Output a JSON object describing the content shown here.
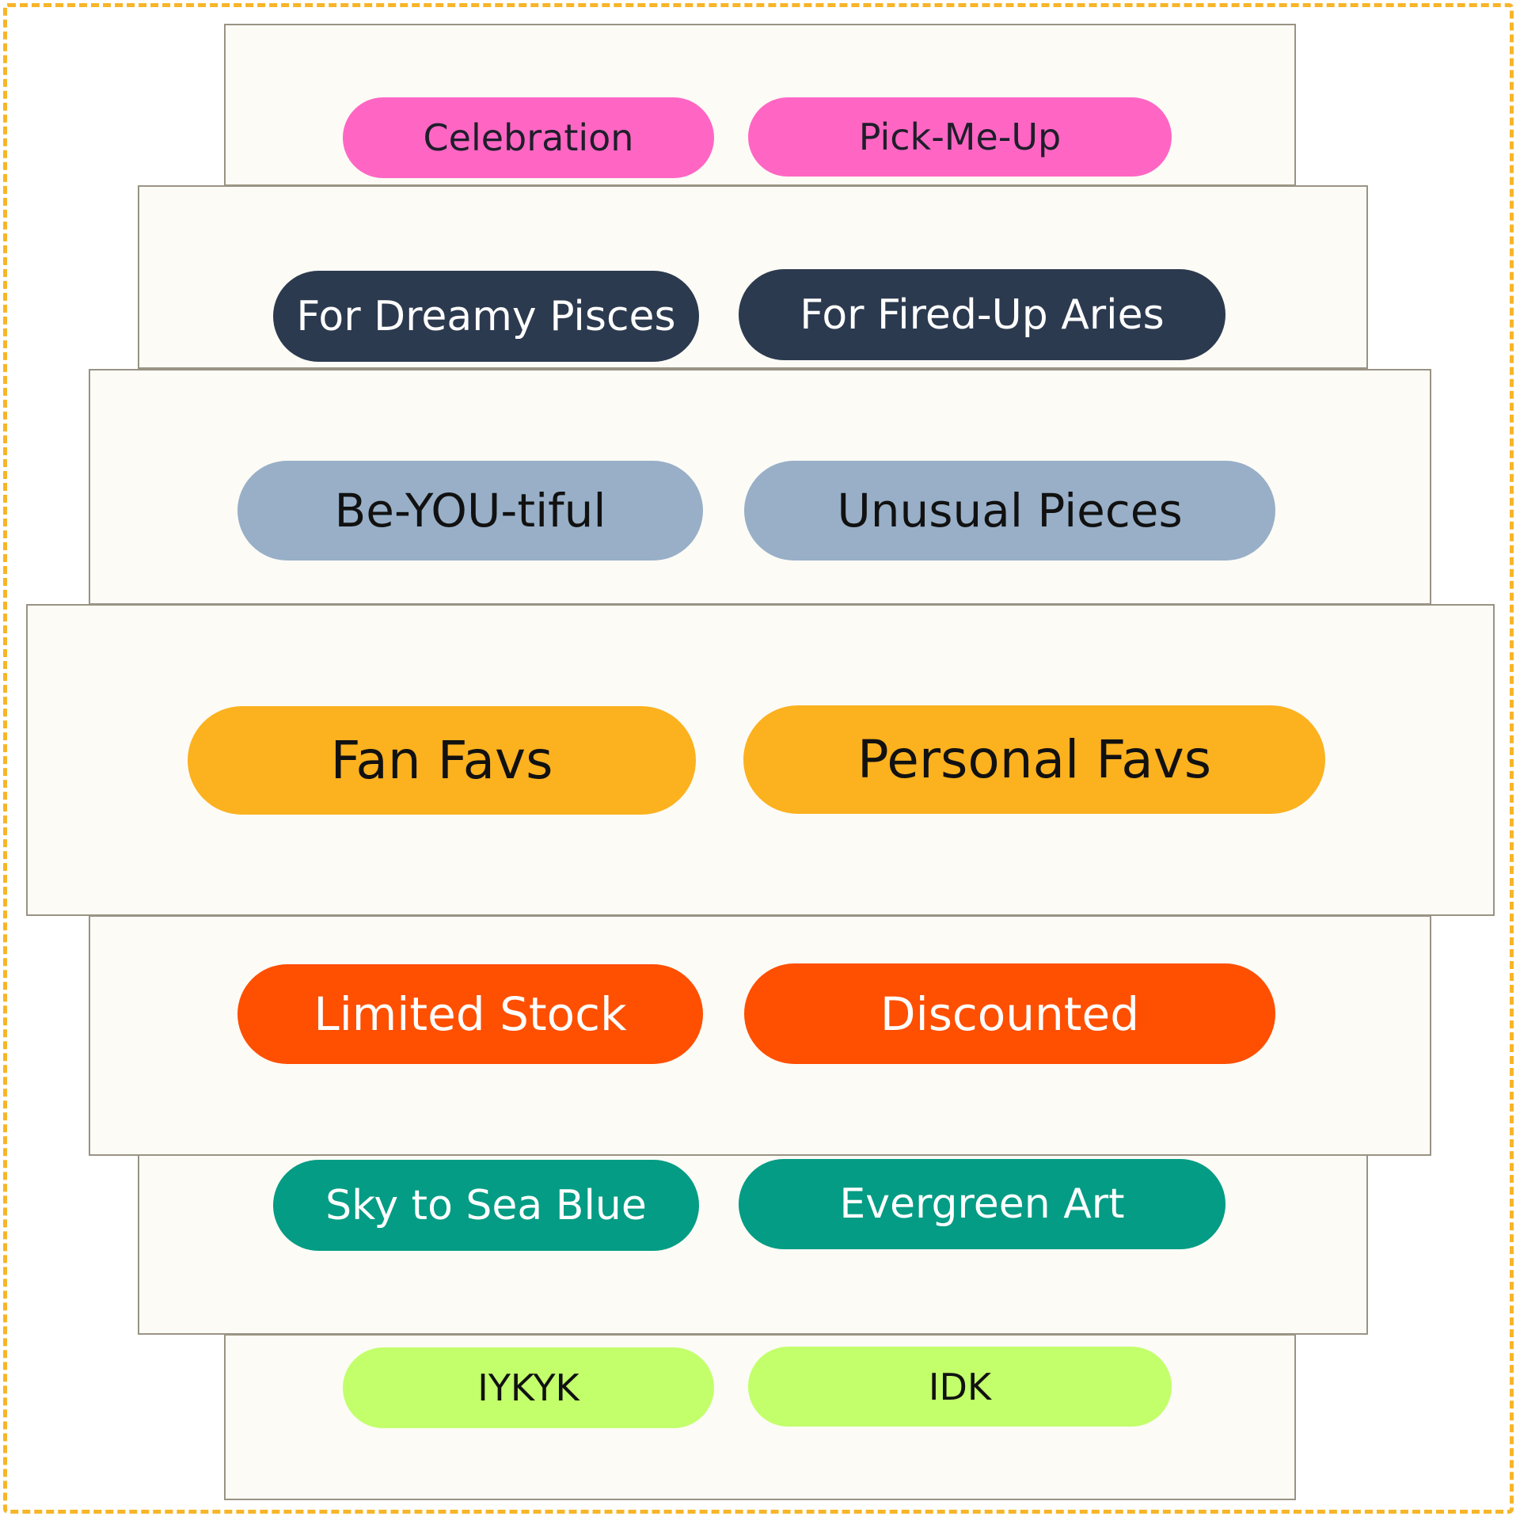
{
  "colors": {
    "frame": "#f7b529",
    "panel_bg": "#fcfbf6",
    "panel_border": "#9a9384",
    "pink": "#ff66c4",
    "navy": "#2c3a4f",
    "slate": "#98afc7",
    "gold": "#fcb11f",
    "orange": "#ff4f00",
    "teal": "#049c84",
    "lime": "#c2ff6b"
  },
  "tiers": [
    {
      "tags": [
        "Celebration",
        "Pick-Me-Up"
      ]
    },
    {
      "tags": [
        "For Dreamy Pisces",
        "For Fired-Up Aries"
      ]
    },
    {
      "tags": [
        "Be-YOU-tiful",
        "Unusual Pieces"
      ]
    },
    {
      "tags": [
        "Fan Favs",
        "Personal Favs"
      ]
    },
    {
      "tags": [
        "Limited Stock",
        "Discounted"
      ]
    },
    {
      "tags": [
        "Sky to Sea Blue",
        "Evergreen Art"
      ]
    },
    {
      "tags": [
        "IYKYK",
        "IDK"
      ]
    }
  ]
}
